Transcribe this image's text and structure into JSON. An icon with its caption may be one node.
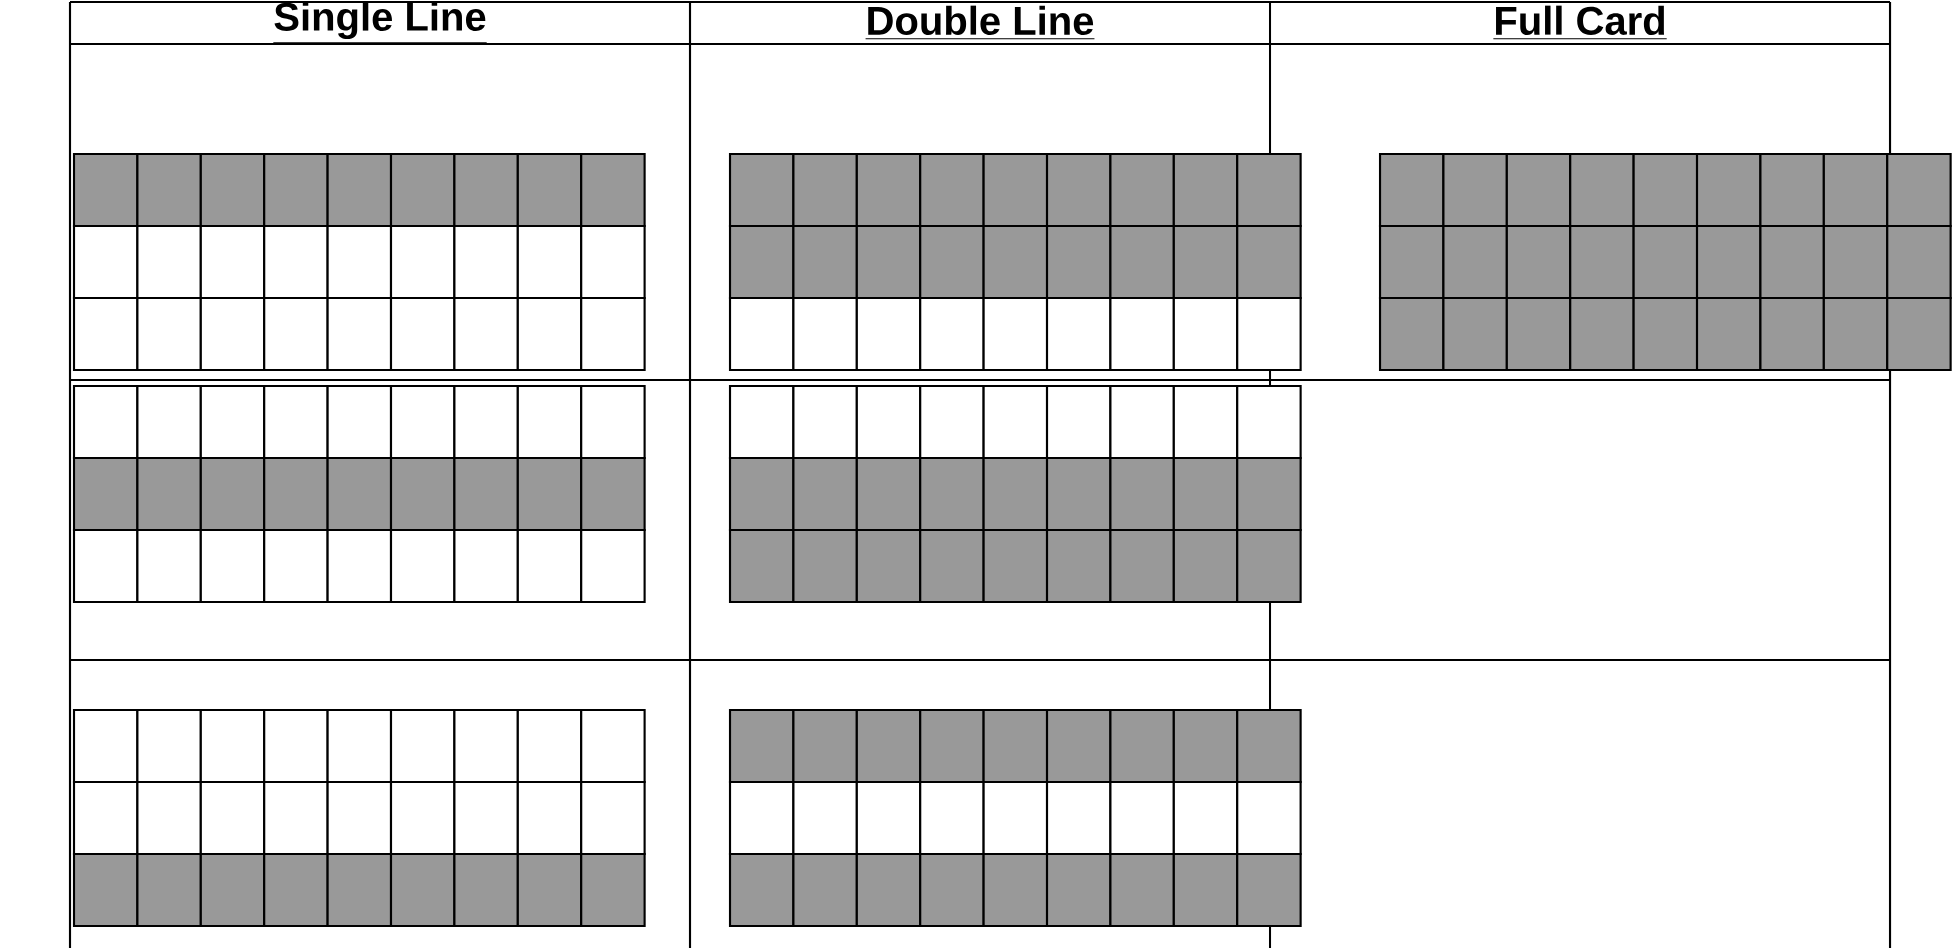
{
  "diagram": {
    "labels": [
      "Single Line",
      "Double Line",
      "Full Card"
    ]
  }
}
